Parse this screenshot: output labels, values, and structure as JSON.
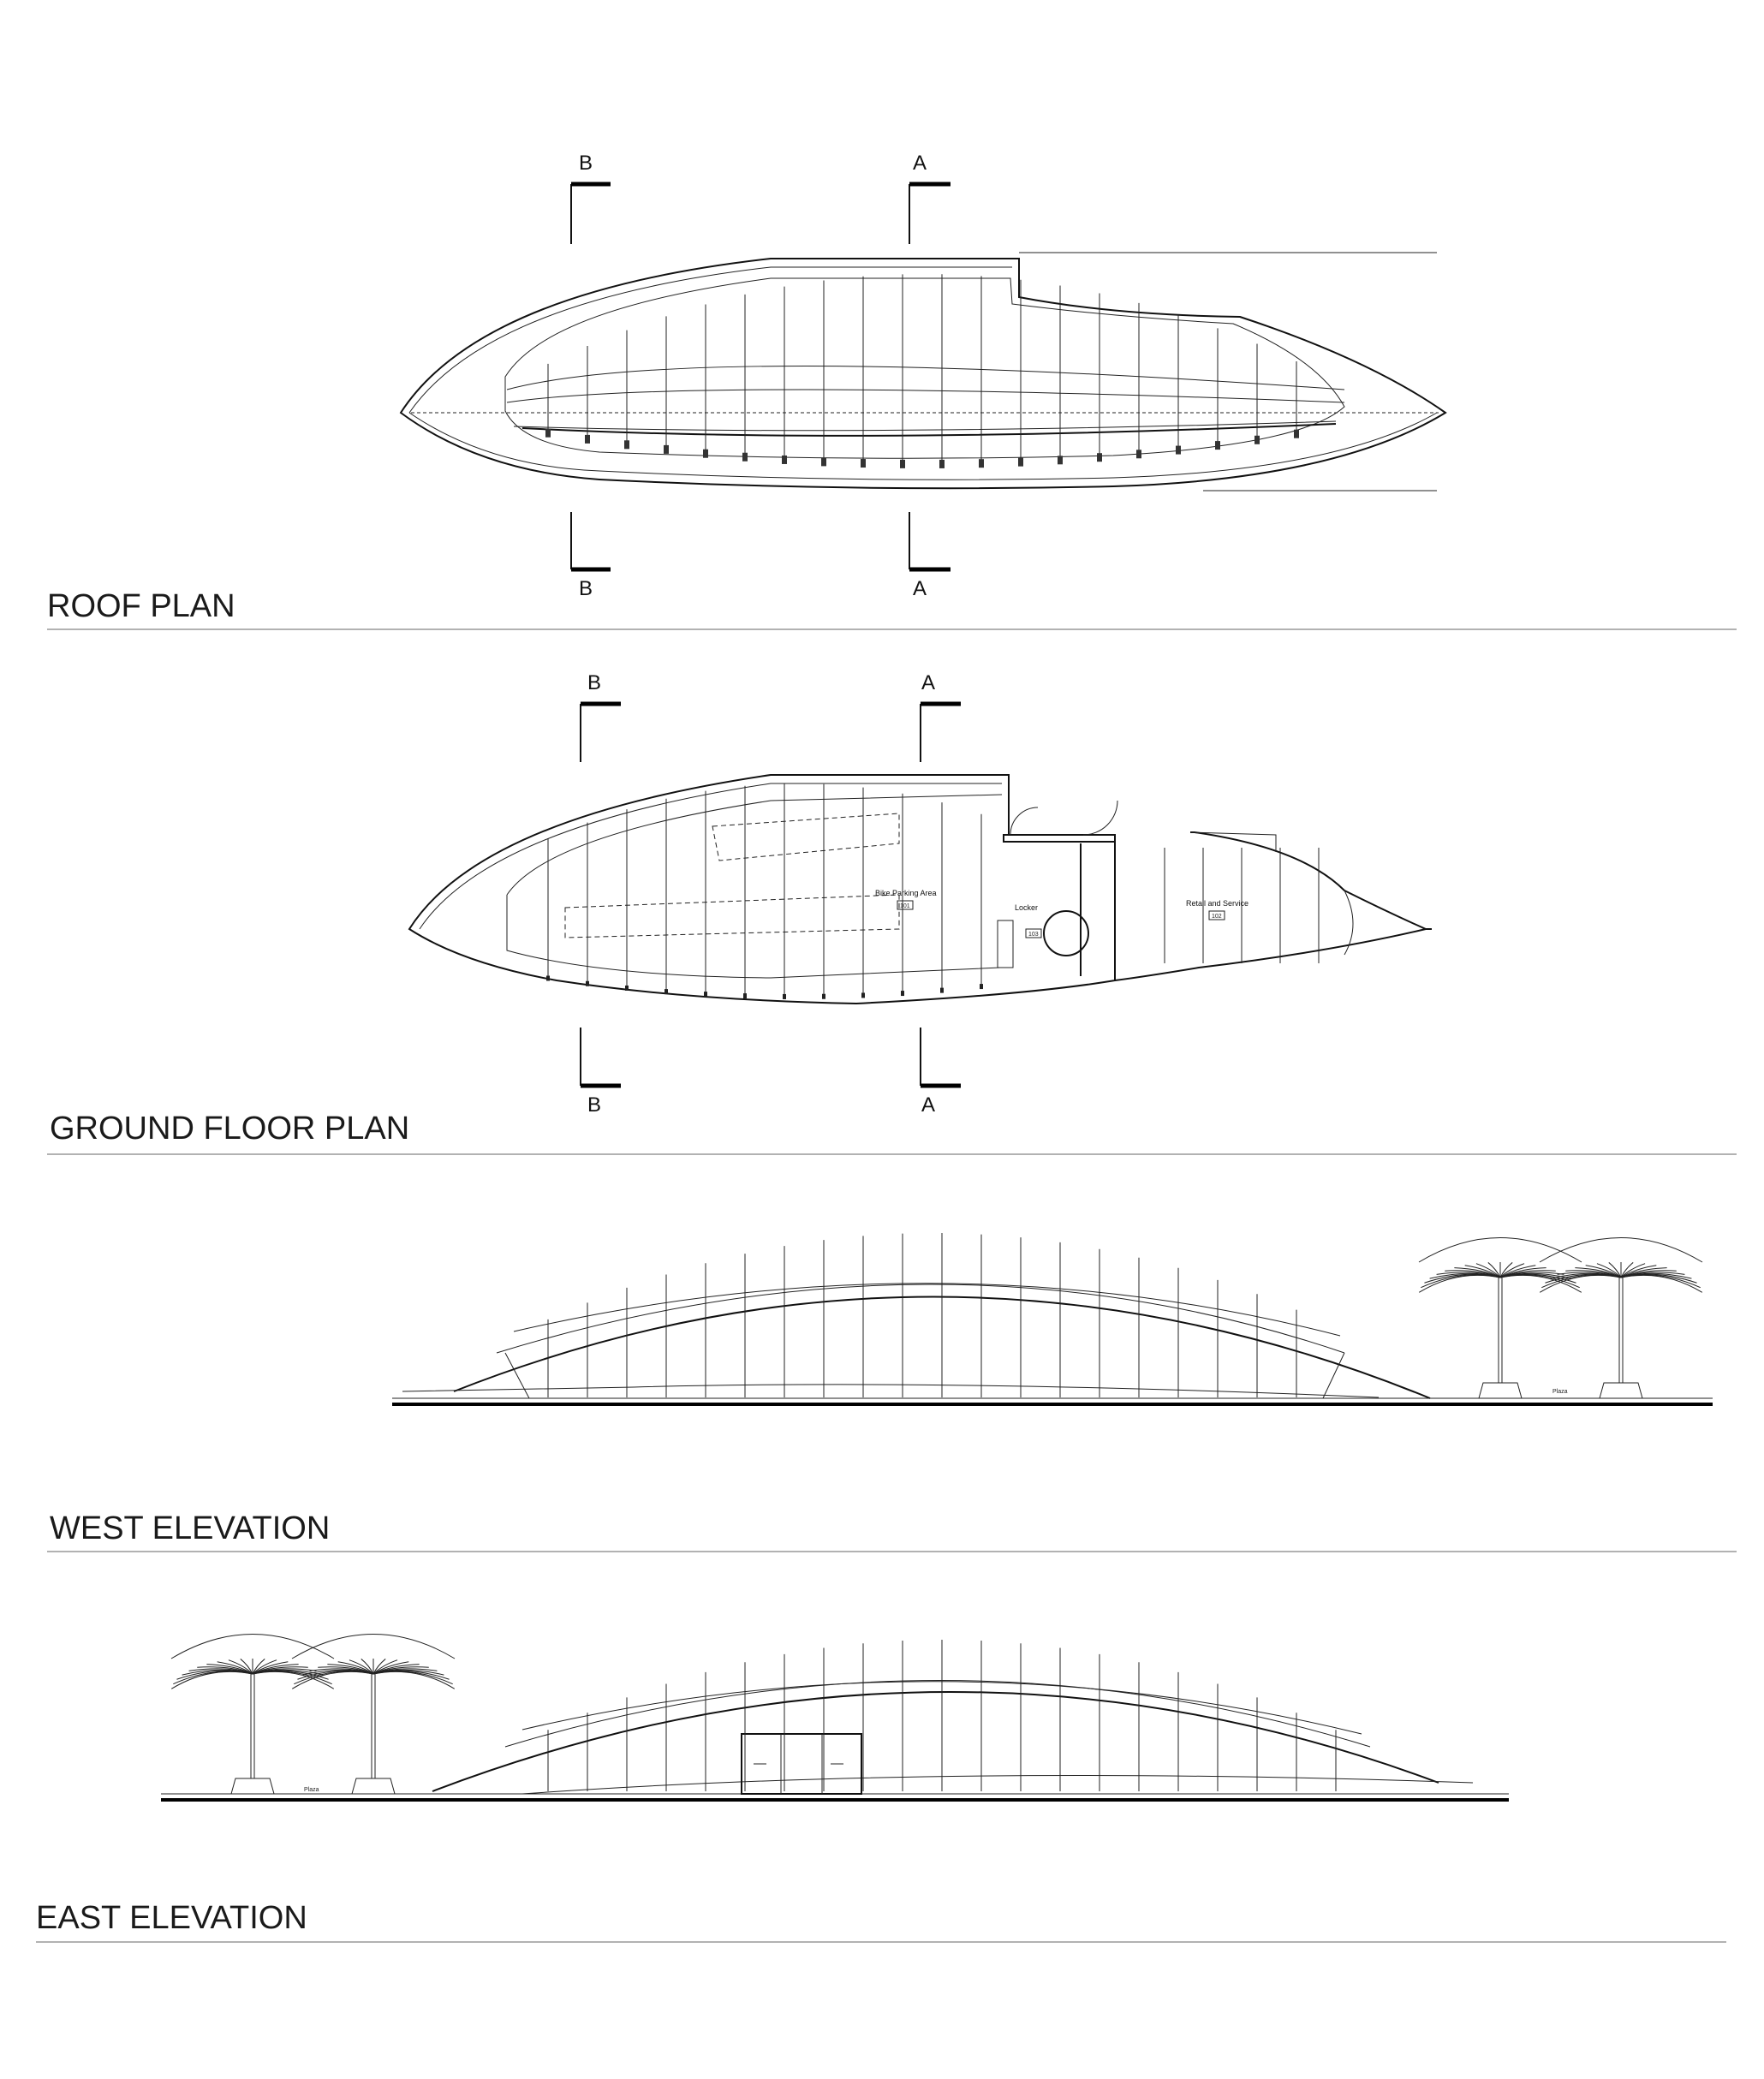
{
  "sections": {
    "roof_plan": {
      "title": "ROOF PLAN",
      "marker_top_b": "B",
      "marker_top_a": "A",
      "marker_bottom_b": "B",
      "marker_bottom_a": "A"
    },
    "ground_floor_plan": {
      "title": "GROUND FLOOR PLAN",
      "marker_top_b": "B",
      "marker_top_a": "A",
      "marker_bottom_b": "B",
      "marker_bottom_a": "A",
      "rooms": [
        {
          "name": "Bike Parking Area",
          "number": "101"
        },
        {
          "name": "Locker",
          "number": "103"
        },
        {
          "name": "Retail and Service",
          "number": "102"
        }
      ]
    },
    "west_elevation": {
      "title": "WEST ELEVATION",
      "plaza_label": "Plaza"
    },
    "east_elevation": {
      "title": "EAST ELEVATION",
      "plaza_label": "Plaza"
    }
  }
}
